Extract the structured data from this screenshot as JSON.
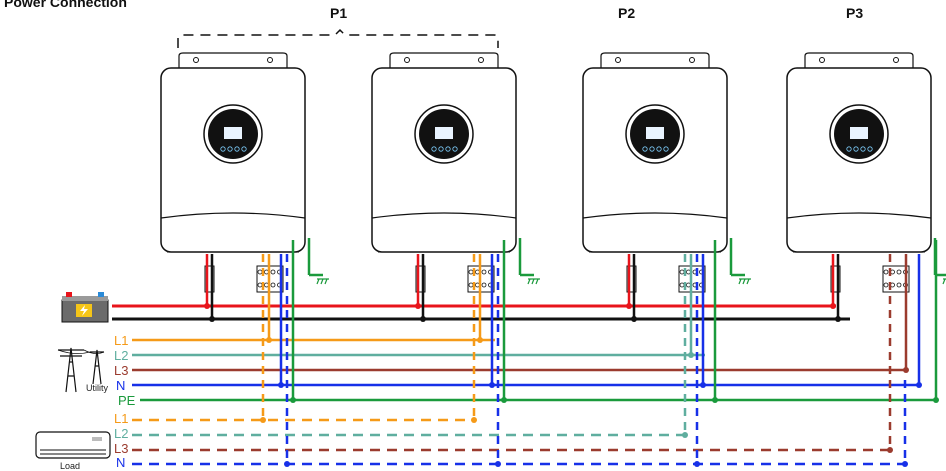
{
  "title": "Power Connection",
  "groups": [
    "P1",
    "P2",
    "P3"
  ],
  "input_labels": {
    "l1": "L1",
    "l2": "L2",
    "l3": "L3",
    "n": "N",
    "pe": "PE",
    "utility": "Utility"
  },
  "output_labels": {
    "l1": "L1",
    "l2": "L2",
    "l3": "L3",
    "n": "N",
    "load": "Load"
  },
  "colors": {
    "battery_pos": "#e8141b",
    "battery_neg": "#111111",
    "l1": "#f59a18",
    "l2": "#5fae9f",
    "l3": "#9b3b2e",
    "n": "#1730e8",
    "pe": "#1a9a3c",
    "outline": "#111111"
  },
  "inverter_count": 4
}
